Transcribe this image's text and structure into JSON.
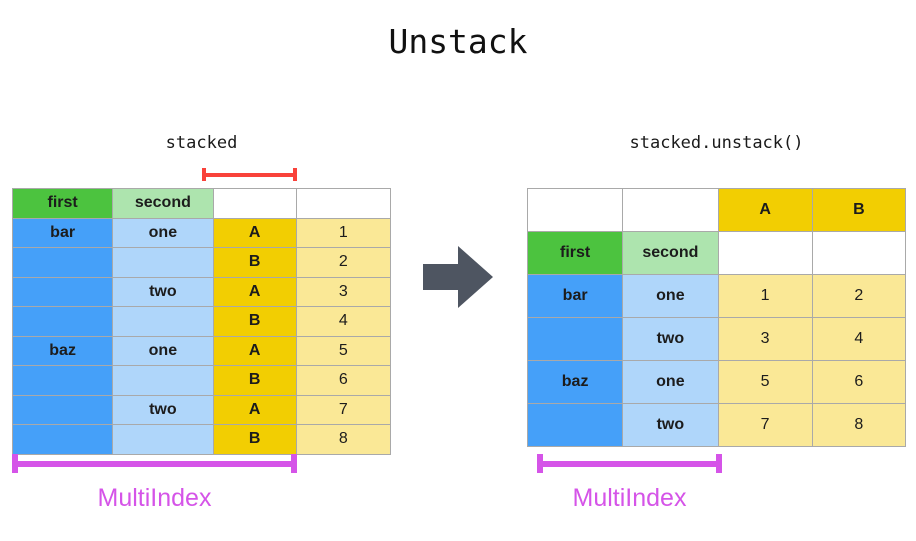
{
  "title": "Unstack",
  "colors": {
    "green": "#4CC33F",
    "light_green": "#ADE4AE",
    "blue": "#45A0F9",
    "light_blue": "#AFD6FA",
    "gold": "#F2CE02",
    "light_gold": "#FAE896",
    "red_bracket": "#F9423A",
    "multiindex": "#D554E8",
    "arrow": "#4E5561"
  },
  "left_panel": {
    "caption": "stacked",
    "index_label": "MultiIndex",
    "header": {
      "first": "first",
      "second": "second",
      "blank_a": "",
      "blank_b": ""
    },
    "rows": [
      {
        "first": "bar",
        "second": "one",
        "third": "A",
        "value": "1"
      },
      {
        "first": "",
        "second": "",
        "third": "B",
        "value": "2"
      },
      {
        "first": "",
        "second": "two",
        "third": "A",
        "value": "3"
      },
      {
        "first": "",
        "second": "",
        "third": "B",
        "value": "4"
      },
      {
        "first": "baz",
        "second": "one",
        "third": "A",
        "value": "5"
      },
      {
        "first": "",
        "second": "",
        "third": "B",
        "value": "6"
      },
      {
        "first": "",
        "second": "two",
        "third": "A",
        "value": "7"
      },
      {
        "first": "",
        "second": "",
        "third": "B",
        "value": "8"
      }
    ]
  },
  "right_panel": {
    "caption": "stacked.unstack()",
    "index_label": "MultiIndex",
    "column_header": {
      "blank_a": "",
      "blank_b": "",
      "col_a": "A",
      "col_b": "B"
    },
    "index_header": {
      "first": "first",
      "second": "second",
      "blank_a": "",
      "blank_b": ""
    },
    "rows": [
      {
        "first": "bar",
        "second": "one",
        "A": "1",
        "B": "2"
      },
      {
        "first": "",
        "second": "two",
        "A": "3",
        "B": "4"
      },
      {
        "first": "baz",
        "second": "one",
        "A": "5",
        "B": "6"
      },
      {
        "first": "",
        "second": "two",
        "A": "7",
        "B": "8"
      }
    ]
  }
}
